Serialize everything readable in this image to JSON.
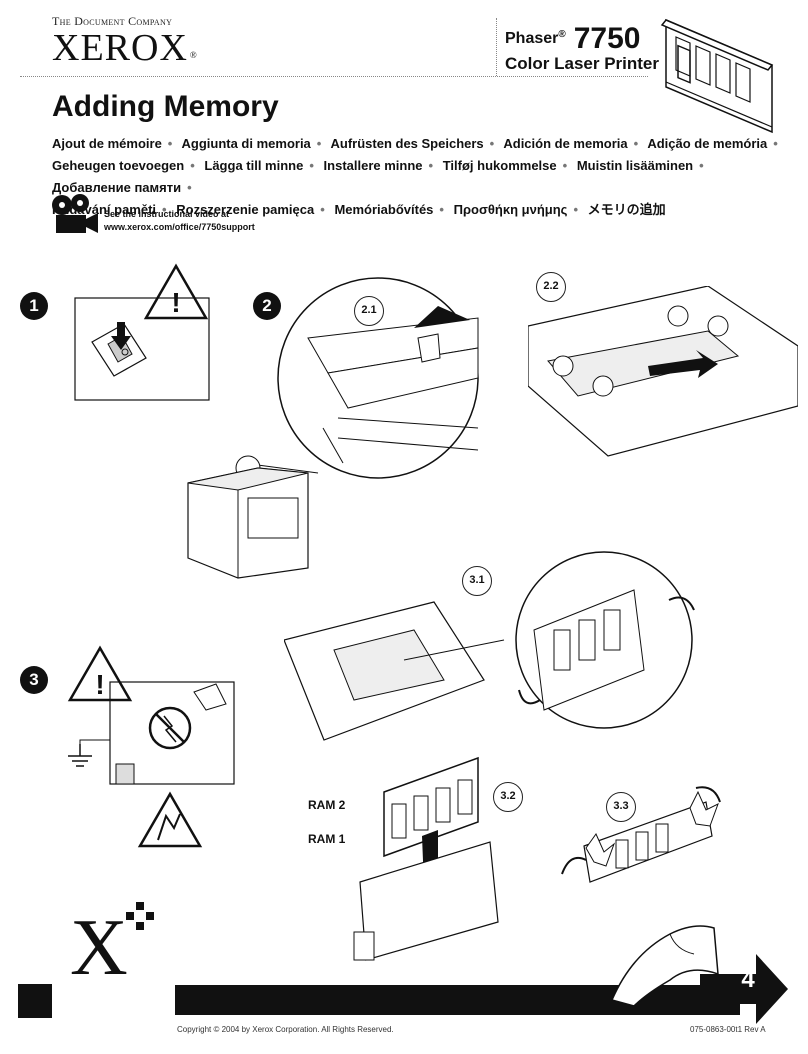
{
  "header": {
    "company_tag": "The Document Company",
    "brand": "XEROX",
    "product_name": "Phaser",
    "product_reg": "®",
    "model": "7750",
    "product_subtitle": "Color Laser Printer"
  },
  "title": "Adding Memory",
  "translations": [
    "Ajout de mémoire",
    "Aggiunta di memoria",
    "Aufrüsten des Speichers",
    "Adición de memoria",
    "Adição de memória",
    "Geheugen toevoegen",
    "Lägga till minne",
    "Installere minne",
    "Tilføj hukommelse",
    "Muistin lisääminen",
    "Добавление памяти",
    "Přidávání paměti",
    "Rozszerzenie pamięca",
    "Memóriabővítés",
    "Προσθήκη μνήμης",
    "メモリの追加"
  ],
  "video_note": {
    "line1": "See the instructional video at",
    "line2": "www.xerox.com/office/7750support"
  },
  "steps": {
    "step1": "1",
    "step2": "2",
    "step3": "3",
    "sub_2_1": "2.1",
    "sub_2_2": "2.2",
    "sub_3_1": "3.1",
    "sub_3_2": "3.2",
    "sub_3_3": "3.3",
    "ram2": "RAM 2",
    "ram1": "RAM 1"
  },
  "footer": {
    "page_number": "4",
    "copyright": "Copyright © 2004 by Xerox Corporation.  All Rights Reserved.",
    "doc_number": "075-0863-00t1 Rev A"
  },
  "icons": [
    "memory-module-icon",
    "video-camera-icon",
    "warning-icon",
    "power-switch-icon",
    "ground-icon",
    "no-static-icon",
    "esd-icon",
    "xerox-x-logo-icon"
  ],
  "colors": {
    "ink": "#111111",
    "bullet": "#777777"
  }
}
